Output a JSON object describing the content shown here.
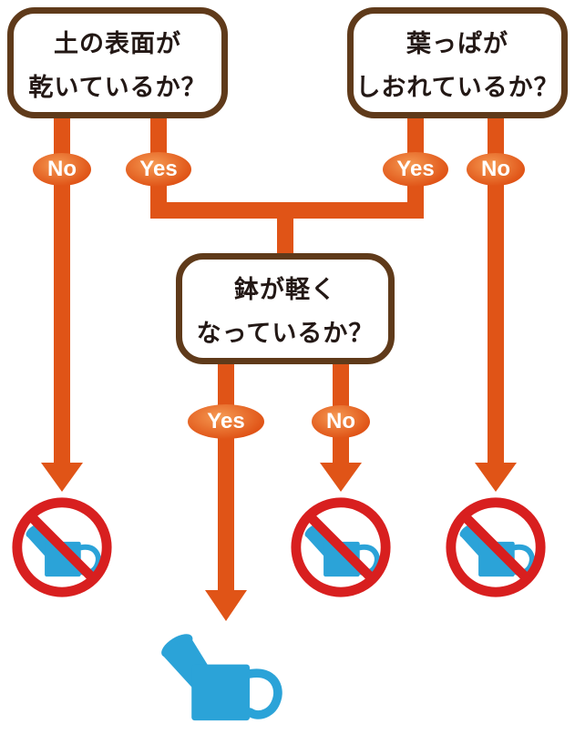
{
  "colors": {
    "orange": "#e05417",
    "orange_light": "#f59a53",
    "brown": "#5f3a1a",
    "blue": "#2ba3d8",
    "red": "#d81f1f",
    "text": "#231815",
    "background": "#ffffff"
  },
  "questions": {
    "soil": {
      "line1": "土の表面が",
      "line2": "乾いているか？"
    },
    "leaves": {
      "line1": "葉っぱが",
      "line2": "しおれているか？"
    },
    "pot": {
      "line1": "鉢が軽く",
      "line2": "なっているか？"
    }
  },
  "answers": {
    "soil_no": "No",
    "soil_yes": "Yes",
    "leaves_yes": "Yes",
    "leaves_no": "No",
    "pot_yes": "Yes",
    "pot_no": "No"
  },
  "icons": {
    "no_watering": "no-watering-icon",
    "watering_can": "watering-can-icon"
  }
}
